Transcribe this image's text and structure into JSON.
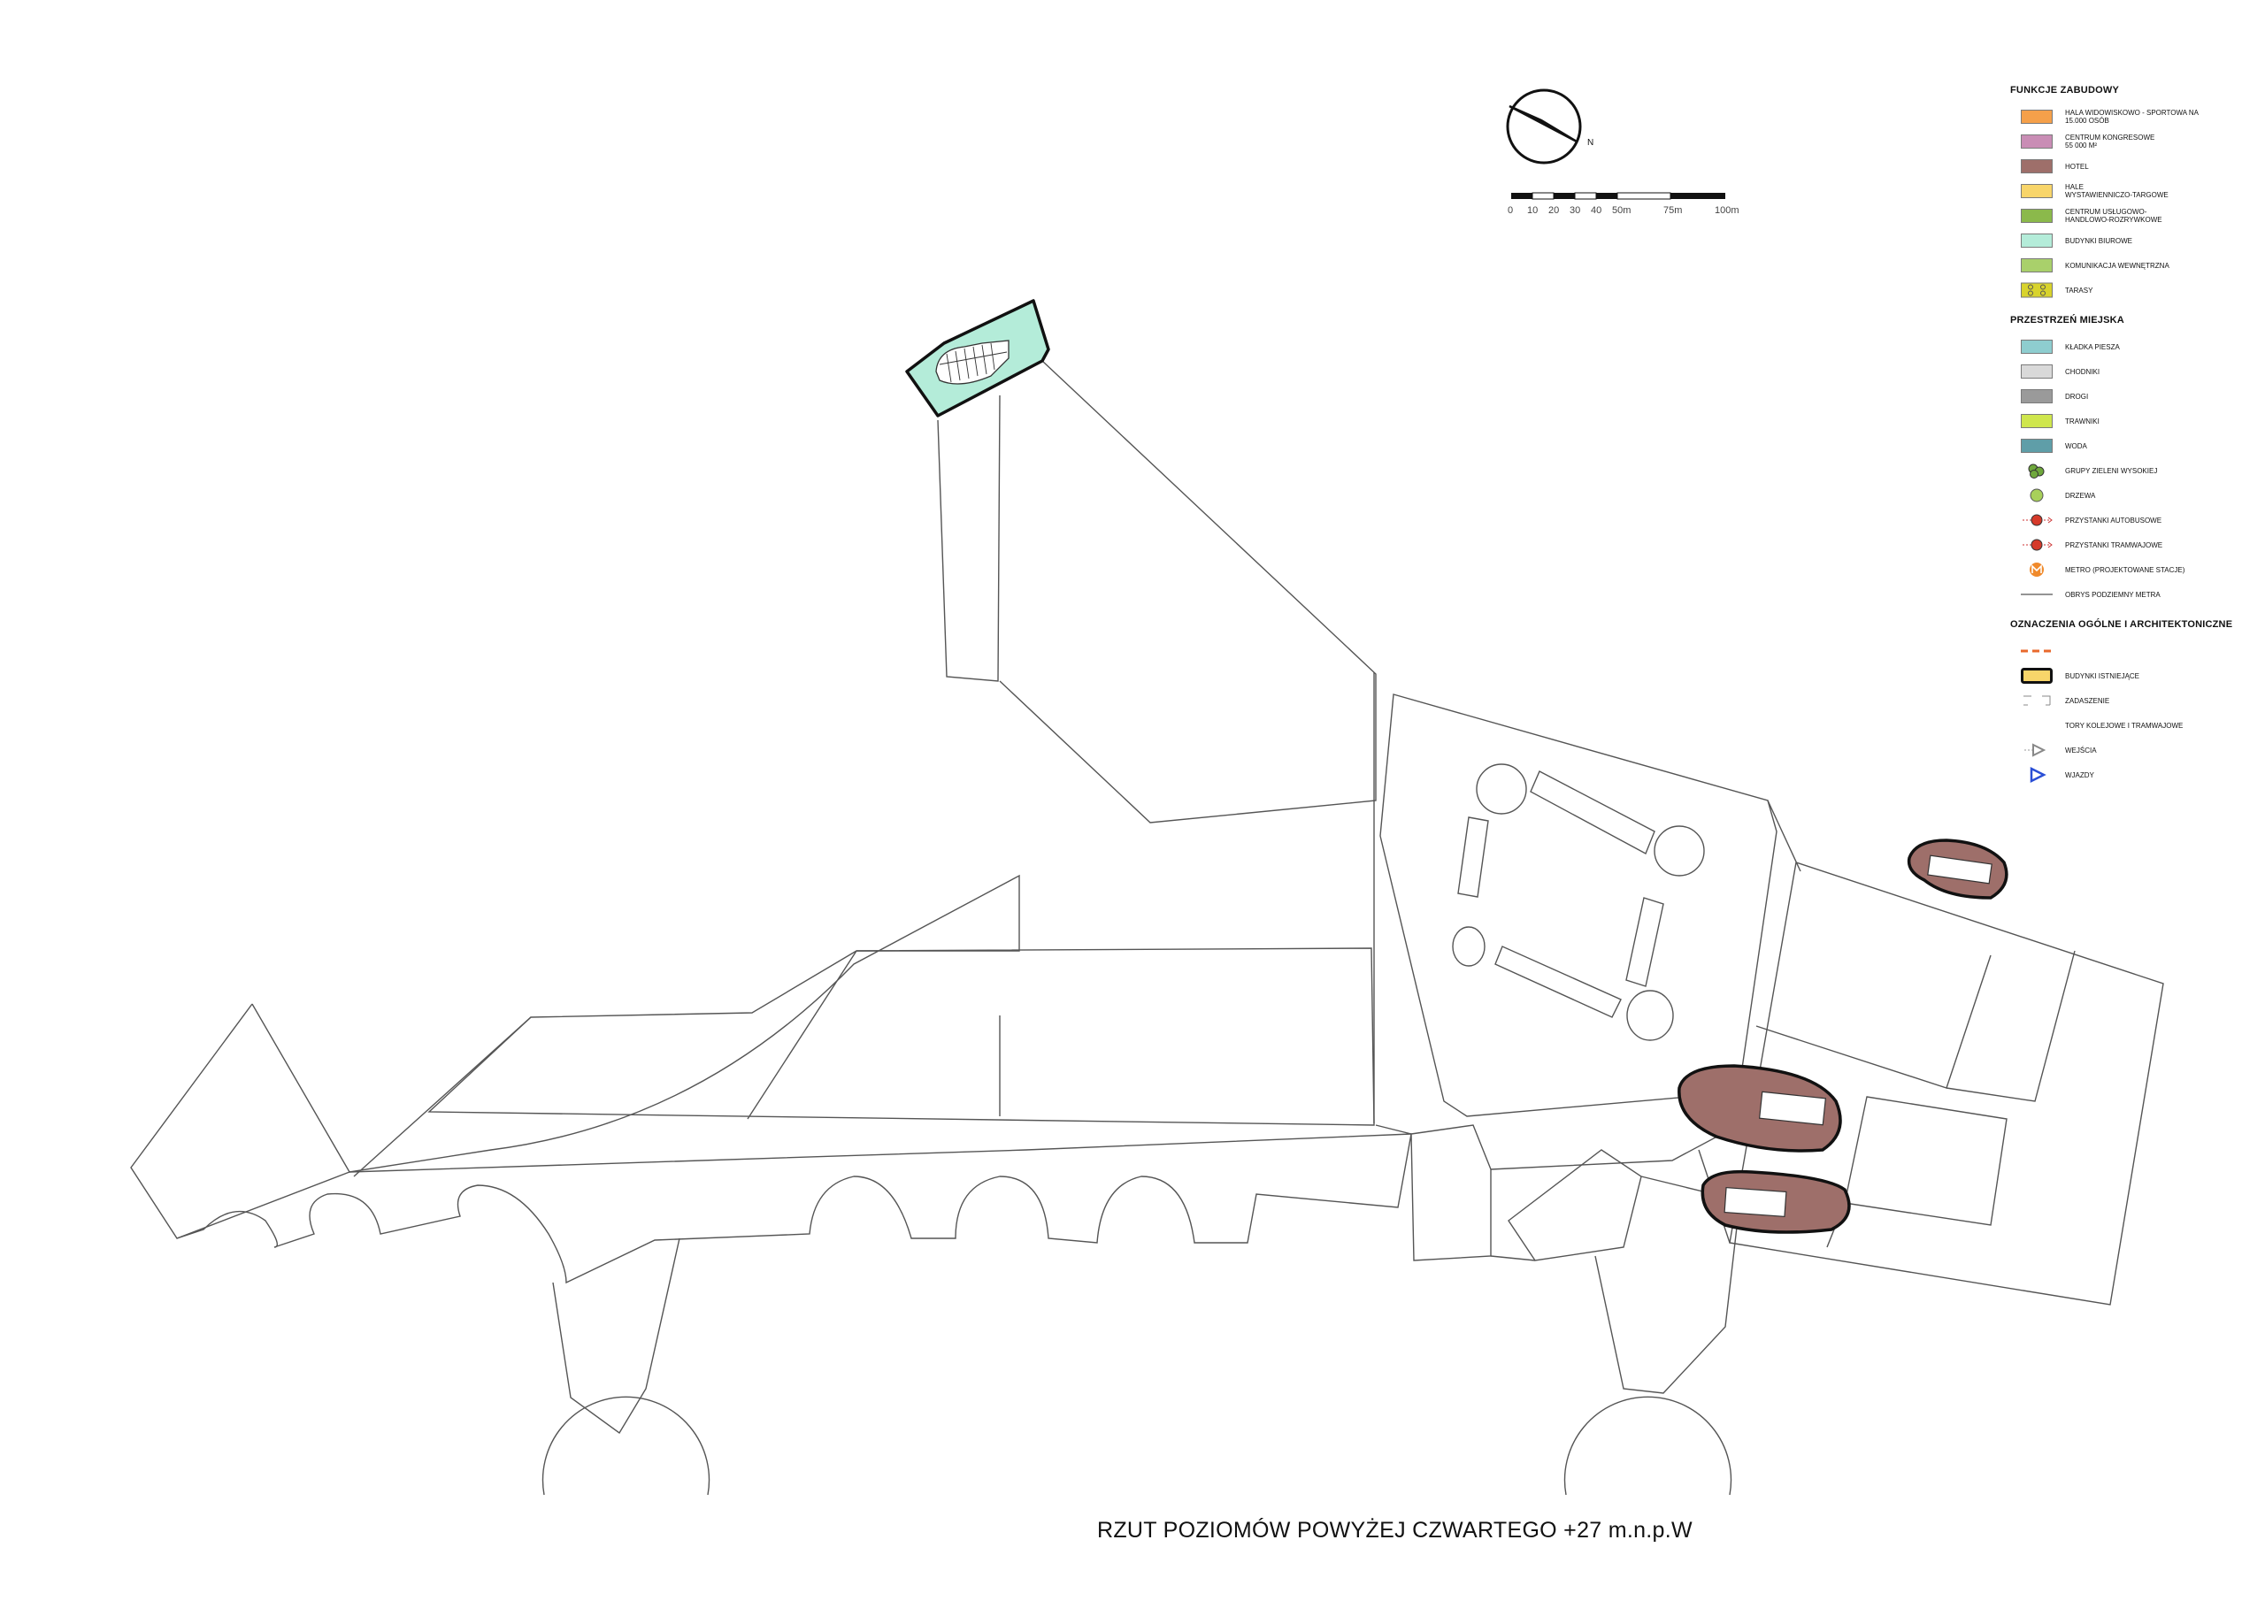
{
  "title": "RZUT POZIOMÓW POWYŻEJ CZWARTEGO +27 m.n.p.W",
  "north_arrow_label": "N",
  "scale_bar": {
    "labels": [
      "0",
      "10",
      "20",
      "30",
      "40",
      "50m",
      "75m",
      "100m"
    ]
  },
  "legend": {
    "sections": [
      {
        "title": "FUNKCJE ZABUDOWY",
        "items": [
          {
            "label": "HALA WIDOWISKOWO - SPORTOWA NA\n15.000 OSÓB",
            "type": "swatch",
            "color": "#f5a04a"
          },
          {
            "label": "CENTRUM KONGRESOWE\n55 000 m²",
            "type": "swatch",
            "color": "#c98db5"
          },
          {
            "label": "HOTEL",
            "type": "swatch",
            "color": "#9e6f6a"
          },
          {
            "label": "HALE\nWYSTAWIENNICZO-TARGOWE",
            "type": "swatch",
            "color": "#f8d56a"
          },
          {
            "label": "CENTRUM USŁUGOWO-\nHANDLOWO-ROZRYWKOWE",
            "type": "swatch",
            "color": "#8bb94b"
          },
          {
            "label": "BUDYNKI BIUROWE",
            "type": "swatch",
            "color": "#b4ecd9"
          },
          {
            "label": "KOMUNIKACJA WEWNĘTRZNA",
            "type": "swatch",
            "color": "#a9d06b"
          },
          {
            "label": "TARASY",
            "type": "terrace",
            "color": "#d8d32c"
          }
        ]
      },
      {
        "title": "PRZESTRZEŃ MIEJSKA",
        "items": [
          {
            "label": "KŁADKA PIESZA",
            "type": "swatch",
            "color": "#8ecdcf"
          },
          {
            "label": "CHODNIKI",
            "type": "swatch",
            "color": "#d9d9d9"
          },
          {
            "label": "DROGI",
            "type": "swatch",
            "color": "#9a9a9a"
          },
          {
            "label": "TRAWNIKI",
            "type": "swatch",
            "color": "#cfe64d"
          },
          {
            "label": "WODA",
            "type": "swatch",
            "color": "#5f9ea8"
          },
          {
            "label": "GRUPY ZIELENI WYSOKIEJ",
            "type": "tree-group",
            "color": "#6fa83c"
          },
          {
            "label": "DRZEWA",
            "type": "tree",
            "color": "#a8d05a"
          },
          {
            "label": "PRZYSTANKI AUTOBUSOWE",
            "type": "bus-stop",
            "color": "#d63a2a"
          },
          {
            "label": "PRZYSTANKI TRAMWAJOWE",
            "type": "tram-stop",
            "color": "#d63a2a"
          },
          {
            "label": "METRO (PROJEKTOWANE STACJE)",
            "type": "metro",
            "color": "#f08a2c"
          },
          {
            "label": "OBRYS PODZIEMNY METRA",
            "type": "line",
            "color": "#555555"
          }
        ]
      },
      {
        "title": "OZNACZENIA OGÓLNE I ARCHITEKTONICZNE",
        "items": [
          {
            "label": "",
            "type": "dashed",
            "color": "#e8692c"
          },
          {
            "label": "BUDYNKI ISTNIEJĄCE",
            "type": "existing",
            "color": "#f8d56a"
          },
          {
            "label": "ZADASZENIE",
            "type": "roof",
            "color": "#888888"
          },
          {
            "label": "TORY KOLEJOWE I TRAMWAJOWE",
            "type": "blank",
            "color": "#ffffff"
          },
          {
            "label": "WEJŚCIA",
            "type": "entry",
            "color": "#888888"
          },
          {
            "label": "WJAZDY",
            "type": "drive",
            "color": "#2a4fd6"
          }
        ]
      }
    ]
  }
}
